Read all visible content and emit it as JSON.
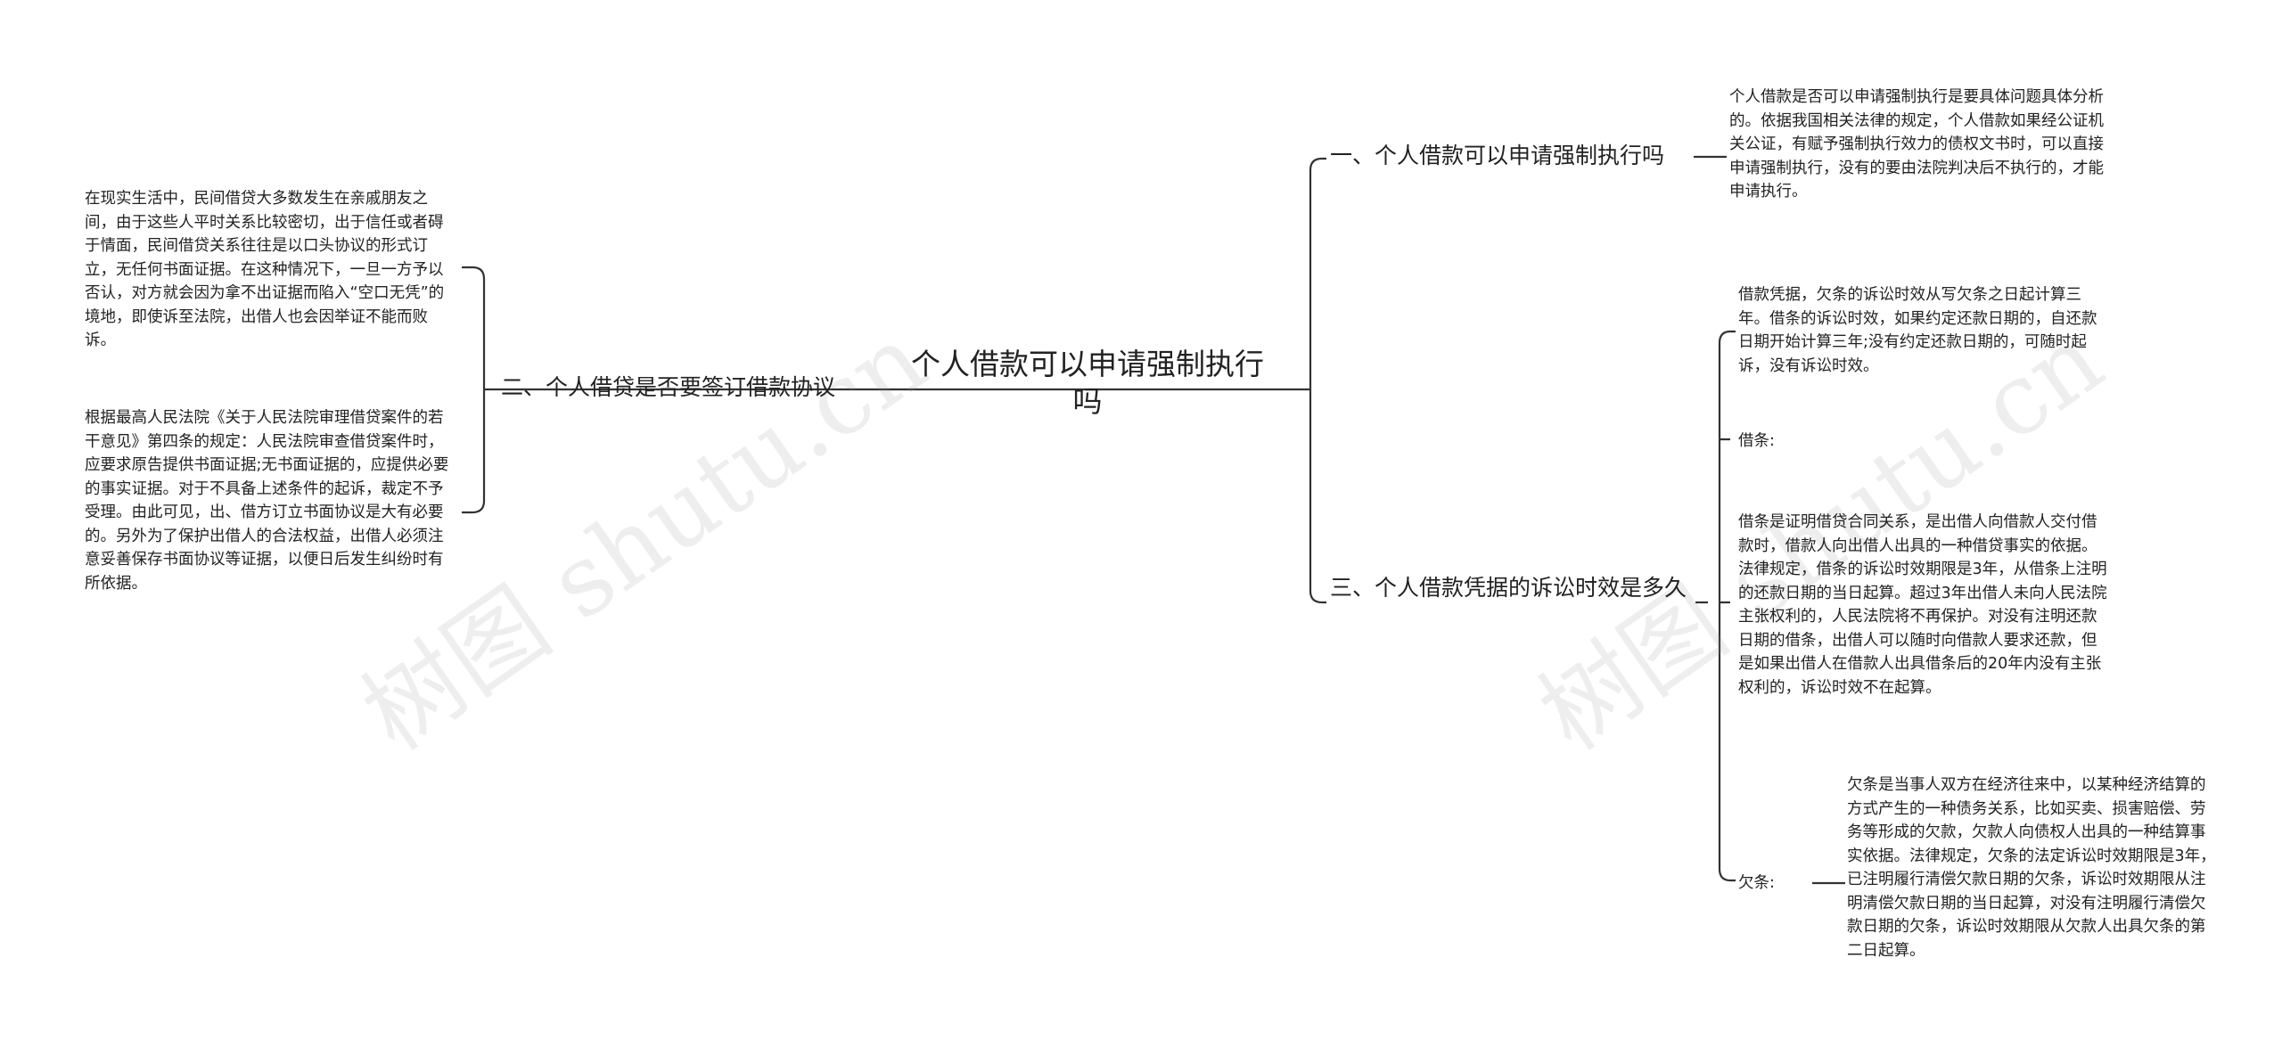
{
  "root": {
    "title": "个人借款可以申请强制执行吗"
  },
  "branches": [
    {
      "label": "一、个人借款可以申请强制执行吗",
      "content": "个人借款是否可以申请强制执行是要具体问题具体分析的。依据我国相关法律的规定，个人借款如果经公证机关公证，有赋予强制执行效力的债权文书时，可以直接申请强制执行，没有的要由法院判决后不执行的，才能申请执行。"
    },
    {
      "label": "二、个人借贷是否要签订借款协议",
      "paragraphs": [
        "在现实生活中，民间借贷大多数发生在亲戚朋友之间，由于这些人平时关系比较密切，出于信任或者碍于情面，民间借贷关系往往是以口头协议的形式订立，无任何书面证据。在这种情况下，一旦一方予以否认，对方就会因为拿不出证据而陷入“空口无凭”的境地，即使诉至法院，出借人也会因举证不能而败诉。",
        "根据最高人民法院《关于人民法院审理借贷案件的若干意见》第四条的规定：人民法院审查借贷案件时，应要求原告提供书面证据;无书面证据的，应提供必要的事实证据。对于不具备上述条件的起诉，裁定不予受理。由此可见，出、借方订立书面协议是大有必要的。另外为了保护出借人的合法权益，出借人必须注意妥善保存书面协议等证据，以便日后发生纠纷时有所依据。"
      ]
    },
    {
      "label": "三、个人借款凭据的诉讼时效是多久",
      "items": [
        "借款凭据，欠条的诉讼时效从写欠条之日起计算三年。借条的诉讼时效，如果约定还款日期的，自还款日期开始计算三年;没有约定还款日期的，可随时起诉，没有诉讼时效。",
        "借条:",
        "借条是证明借贷合同关系，是出借人向借款人交付借款时，借款人向出借人出具的一种借贷事实的依据。法律规定，借条的诉讼时效期限是3年，从借条上注明的还款日期的当日起算。超过3年出借人未向人民法院主张权利的，人民法院将不再保护。对没有注明还款日期的借条，出借人可以随时向借款人要求还款，但是如果出借人在借款人出具借条后的20年内没有主张权利的，诉讼时效不在起算。"
      ],
      "subnode": {
        "label": "欠条:",
        "content": "欠条是当事人双方在经济往来中，以某种经济结算的方式产生的一种债务关系，比如买卖、损害赔偿、劳务等形成的欠款，欠款人向债权人出具的一种结算事实依据。法律规定，欠条的法定诉讼时效期限是3年，已注明履行清偿欠款日期的欠条，诉讼时效期限从注明清偿欠款日期的当日起算，对没有注明履行清偿欠款日期的欠条，诉讼时效期限从欠款人出具欠条的第二日起算。"
      }
    }
  ],
  "watermarks": [
    "树图 shutu.cn",
    "树图 shutu.cn"
  ],
  "colors": {
    "line": "#333333",
    "text": "#222222",
    "watermark": "#c8c8c8"
  }
}
